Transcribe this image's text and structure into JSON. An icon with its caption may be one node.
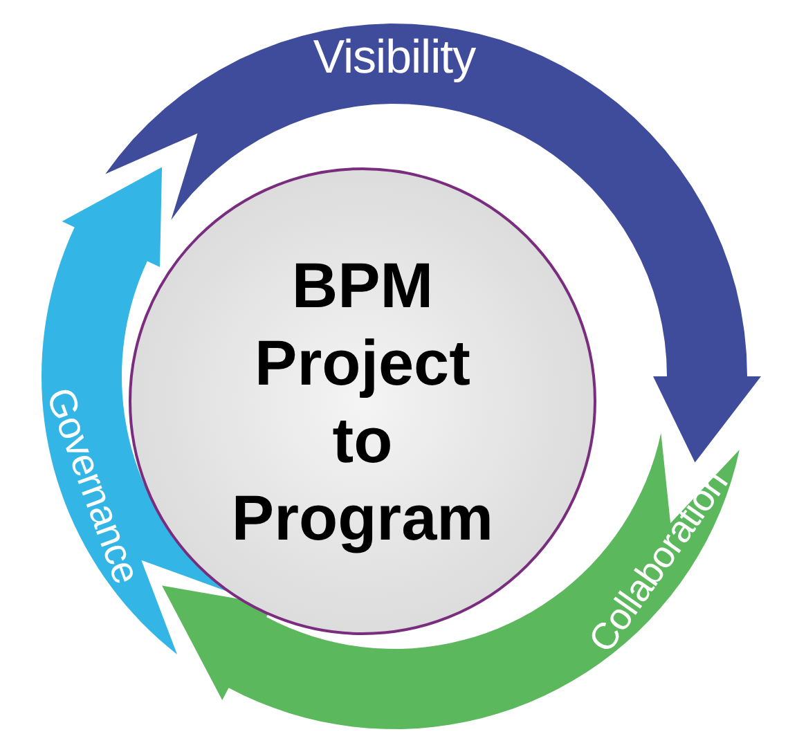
{
  "diagram": {
    "nodes": [
      {
        "text": [
          "Visibility"
        ]
      },
      {
        "text": [
          "Collaboration"
        ]
      },
      {
        "text": [
          "Governance"
        ]
      },
      {
        "text": [
          "BPM Project to Program"
        ]
      }
    ]
  }
}
